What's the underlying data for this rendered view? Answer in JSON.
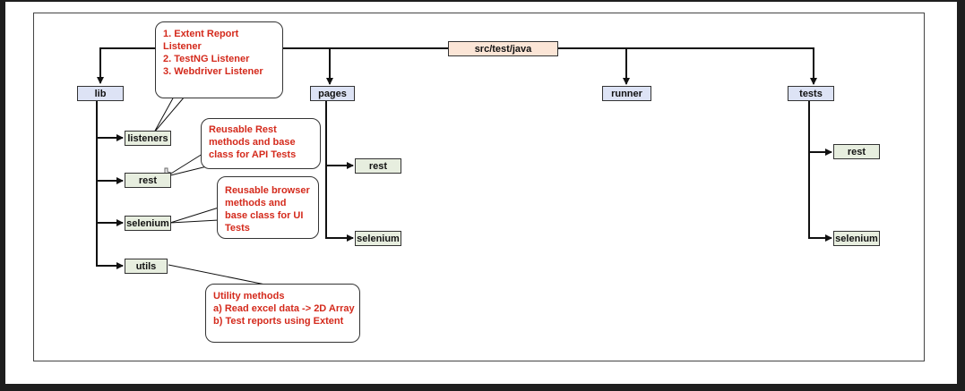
{
  "root": "src/test/java",
  "folders": {
    "lib": "lib",
    "pages": "pages",
    "runner": "runner",
    "tests": "tests"
  },
  "lib_children": {
    "listeners": "listeners",
    "rest": "rest",
    "selenium": "selenium",
    "utils": "utils"
  },
  "pages_children": {
    "rest": "rest",
    "selenium": "selenium"
  },
  "tests_children": {
    "rest": "rest",
    "selenium": "selenium"
  },
  "callouts": {
    "listeners": [
      "1. Extent Report",
      "Listener",
      "2. TestNG Listener",
      "3. Webdriver Listener"
    ],
    "rest": "Reusable Rest methods and base class for API Tests",
    "selenium": "Reusable browser methods and base class for UI Tests",
    "utils": [
      "Utility methods",
      "a) Read excel data -> 2D Array",
      "b) Test reports using Extent"
    ]
  },
  "colors": {
    "folder_fill": "#dde3f5",
    "subfolder_fill": "#e7eedf",
    "root_fill": "#fbe5d6",
    "callout_text": "#d42a1c"
  }
}
